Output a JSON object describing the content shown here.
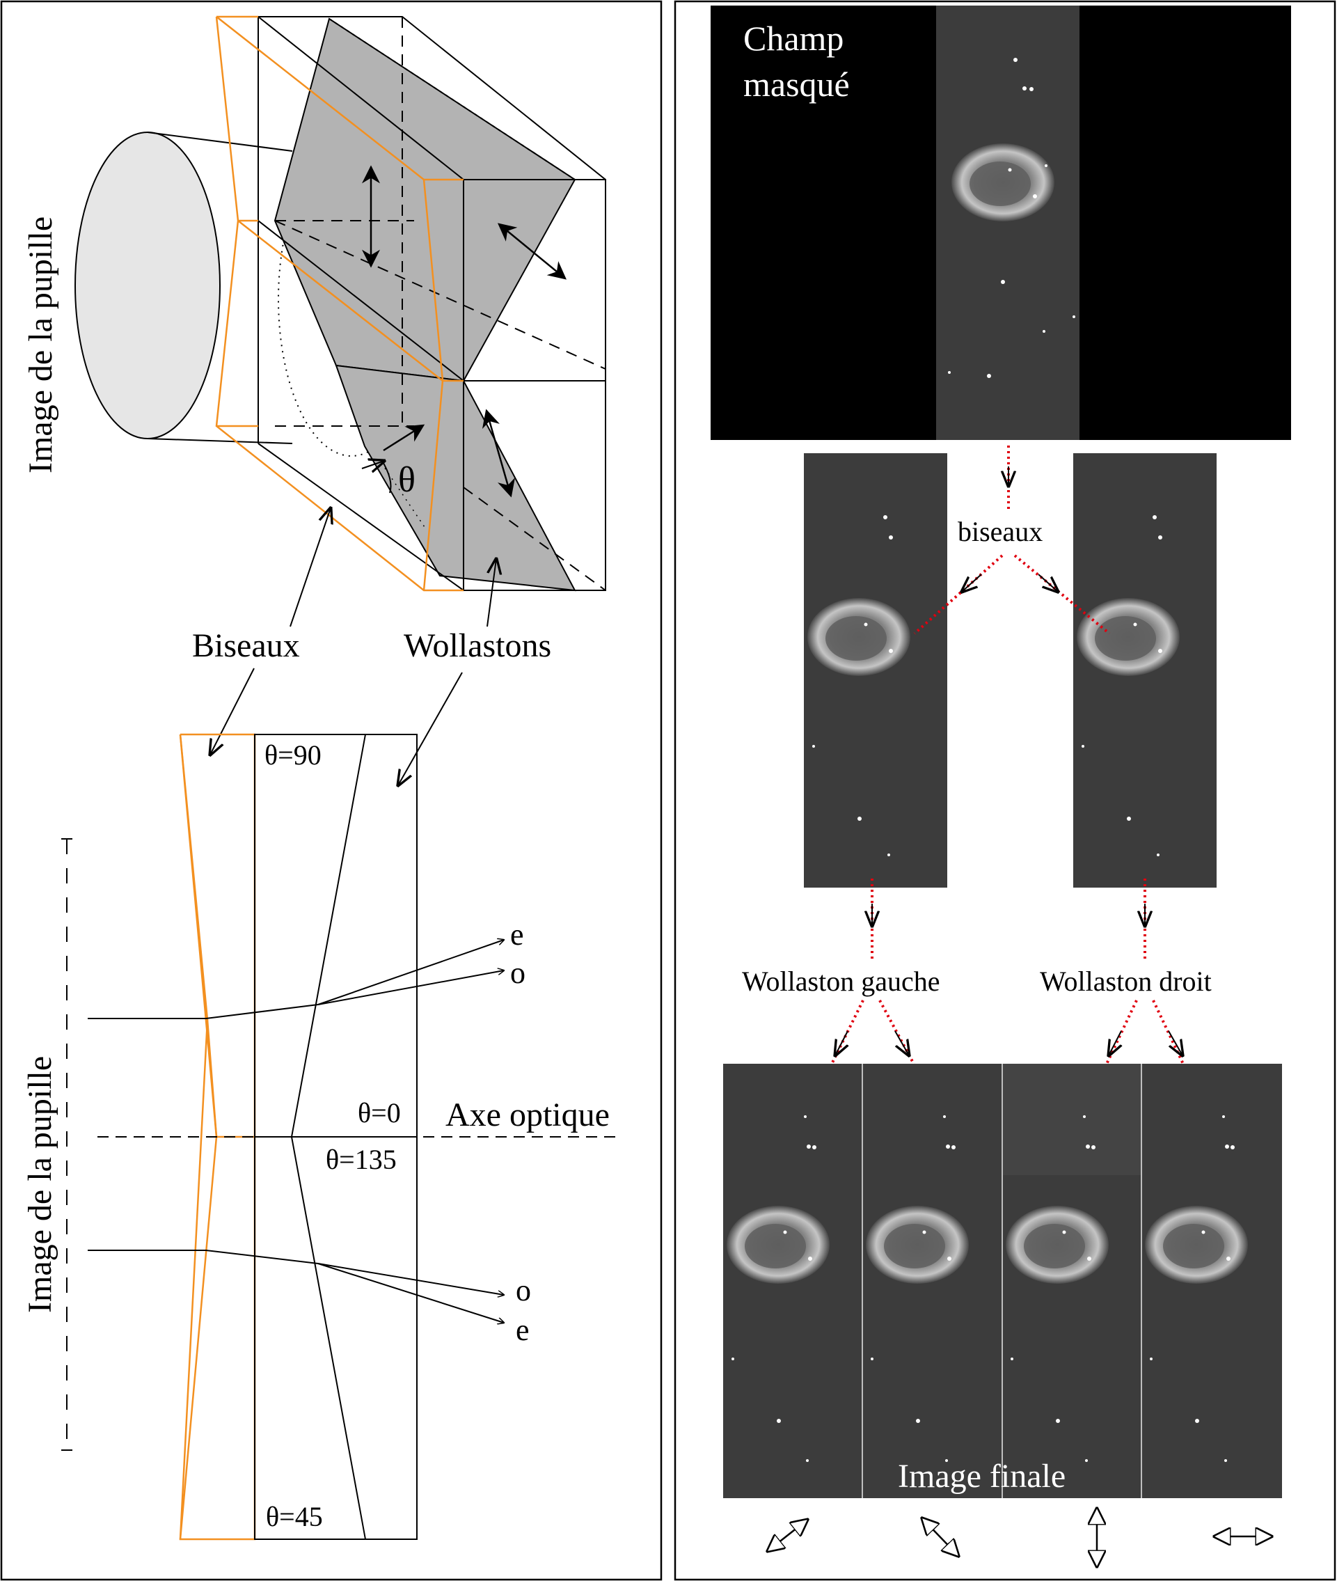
{
  "left_panel": {
    "pupil_label_top": "Image de la pupille",
    "pupil_label_bottom": "Image de la pupille",
    "theta_symbol": "θ",
    "biseaux_label": "Biseaux",
    "wollastons_label": "Wollastons",
    "theta_90": "θ=90",
    "theta_0": "θ=0",
    "theta_135": "θ=135",
    "theta_45": "θ=45",
    "axe_optique": "Axe optique",
    "ray_upper_e": "e",
    "ray_upper_o": "o",
    "ray_lower_o": "o",
    "ray_lower_e": "e"
  },
  "right_panel": {
    "champ_masque_line1": "Champ",
    "champ_masque_line2": "masqué",
    "biseaux_label": "biseaux",
    "wollaston_gauche": "Wollaston gauche",
    "wollaston_droit": "Wollaston droit",
    "image_finale": "Image finale"
  },
  "colors": {
    "biseau_orange": "#f39020",
    "wollaston_fill": "#b3b3b3",
    "pupil_fill": "#e6e6e6",
    "sky_gray": "#3c3c3c",
    "dotted_red": "#e0000f"
  },
  "icons": {
    "polarization_arrows": [
      "diagonal-up-right",
      "diagonal-down-right",
      "vertical",
      "horizontal"
    ]
  }
}
